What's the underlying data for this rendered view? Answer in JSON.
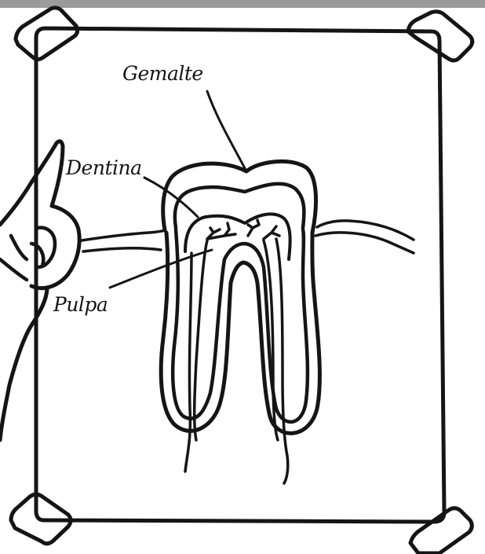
{
  "labels": {
    "enamel": "Gemalte",
    "dentin": "Dentina",
    "pulp": "Pulpa"
  },
  "colors": {
    "ink": "#151515",
    "paper": "#ffffff",
    "top_strip": "#9b9b9b",
    "tape": "#ffffff"
  }
}
